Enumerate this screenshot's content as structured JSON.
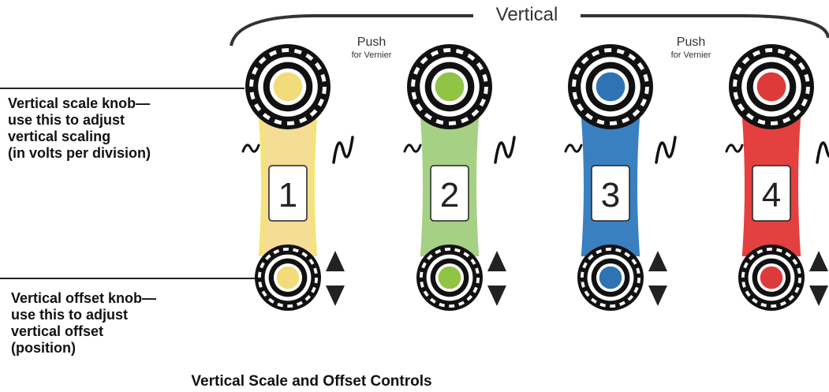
{
  "title": "Vertical",
  "push_labels": [
    {
      "push": "Push",
      "sub": "for Vernier"
    },
    {
      "push": "Push",
      "sub": "for Vernier"
    }
  ],
  "channels": [
    {
      "number": "1",
      "color": "#f2dc7a",
      "band_color": "#f6dd95",
      "band_edge": "#f3e37c"
    },
    {
      "number": "2",
      "color": "#90c444",
      "band_color": "#a6d184",
      "band_edge": "#a6d184"
    },
    {
      "number": "3",
      "color": "#2e74b5",
      "band_color": "#3a80c0",
      "band_edge": "#3a80c0"
    },
    {
      "number": "4",
      "color": "#dd3b3b",
      "band_color": "#e3403f",
      "band_edge": "#e3403f"
    }
  ],
  "callouts": {
    "scale": [
      "Vertical scale knob—",
      "use this to adjust",
      "vertical scaling",
      "(in volts per division)"
    ],
    "offset": [
      "Vertical offset knob—",
      "use this to adjust",
      "vertical offset",
      "(position)"
    ]
  },
  "caption": "Vertical Scale and Offset Controls"
}
